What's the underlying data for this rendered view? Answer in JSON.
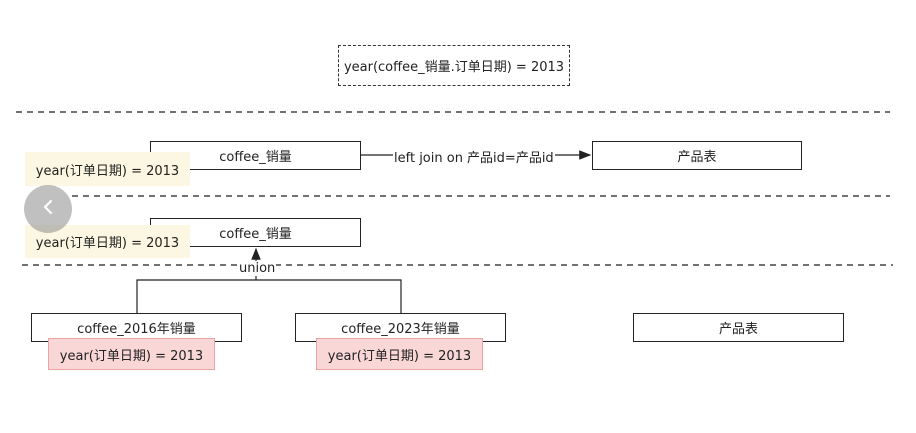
{
  "top_filter": {
    "text": "year(coffee_销量.订单日期) = 2013"
  },
  "level1": {
    "left_node": "coffee_销量",
    "left_filter": "year(订单日期) = 2013",
    "join_label": "left join on 产品id=产品id",
    "right_node": "产品表"
  },
  "level2": {
    "node": "coffee_销量",
    "filter": "year(订单日期) = 2013",
    "union_label": "union"
  },
  "level3": {
    "node_2016": "coffee_2016年销量",
    "filter_2016": "year(订单日期) = 2013",
    "node_2023": "coffee_2023年销量",
    "filter_2023": "year(订单日期) = 2013",
    "product_table": "产品表"
  },
  "nav": {
    "icon": "chevron-left-icon"
  },
  "colors": {
    "yellow_tag": "#fbf7e2",
    "red_tag": "#f8d7d6",
    "red_tag_border": "#eaa3a3",
    "line": "#222222"
  }
}
